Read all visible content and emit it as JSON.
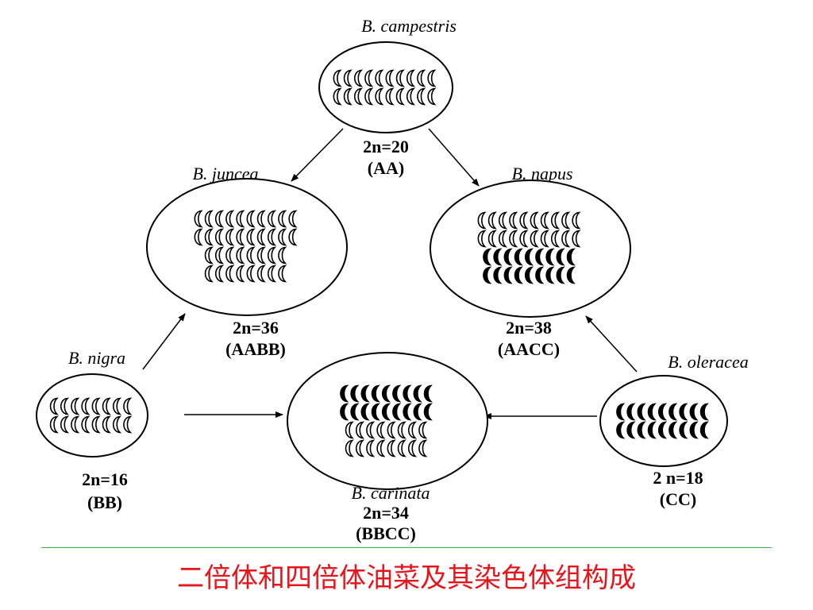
{
  "caption": "二倍体和四倍体油菜及其染色体组构成",
  "colors": {
    "caption": "#e8141c",
    "rule": "#3cb043",
    "open_chromosome": "#ffffff",
    "filled_chromosome": "#000000"
  },
  "species": {
    "campestris": {
      "name": "B. campestris",
      "ploidy": "2n=20",
      "genome": "(AA)",
      "rows": [
        {
          "n": 10,
          "filled": false
        },
        {
          "n": 10,
          "filled": false
        }
      ]
    },
    "juncea": {
      "name": "B. juncea",
      "ploidy": "2n=36",
      "genome": "(AABB)",
      "rows": [
        {
          "n": 10,
          "filled": false
        },
        {
          "n": 10,
          "filled": false
        },
        {
          "n": 8,
          "filled": false
        },
        {
          "n": 8,
          "filled": false
        }
      ]
    },
    "napus": {
      "name": "B. napus",
      "ploidy": "2n=38",
      "genome": "(AACC)",
      "rows": [
        {
          "n": 10,
          "filled": false
        },
        {
          "n": 10,
          "filled": false
        },
        {
          "n": 9,
          "filled": true
        },
        {
          "n": 9,
          "filled": true
        }
      ]
    },
    "nigra": {
      "name": "B. nigra",
      "ploidy": "2n=16",
      "genome": "(BB)",
      "rows": [
        {
          "n": 8,
          "filled": false
        },
        {
          "n": 8,
          "filled": false
        }
      ]
    },
    "carinata": {
      "name": "B. carinata",
      "ploidy": "2n=34",
      "genome": "(BBCC)",
      "rows": [
        {
          "n": 9,
          "filled": true
        },
        {
          "n": 9,
          "filled": true
        },
        {
          "n": 8,
          "filled": false
        },
        {
          "n": 8,
          "filled": false
        }
      ]
    },
    "oleracea": {
      "name": "B. oleracea",
      "ploidy": "2 n=18",
      "genome": "(CC)",
      "rows": [
        {
          "n": 9,
          "filled": true
        },
        {
          "n": 9,
          "filled": true
        }
      ]
    }
  },
  "edges": [
    {
      "from": "campestris",
      "to": "juncea"
    },
    {
      "from": "campestris",
      "to": "napus"
    },
    {
      "from": "nigra",
      "to": "juncea"
    },
    {
      "from": "nigra",
      "to": "carinata"
    },
    {
      "from": "oleracea",
      "to": "carinata"
    },
    {
      "from": "oleracea",
      "to": "napus"
    }
  ]
}
